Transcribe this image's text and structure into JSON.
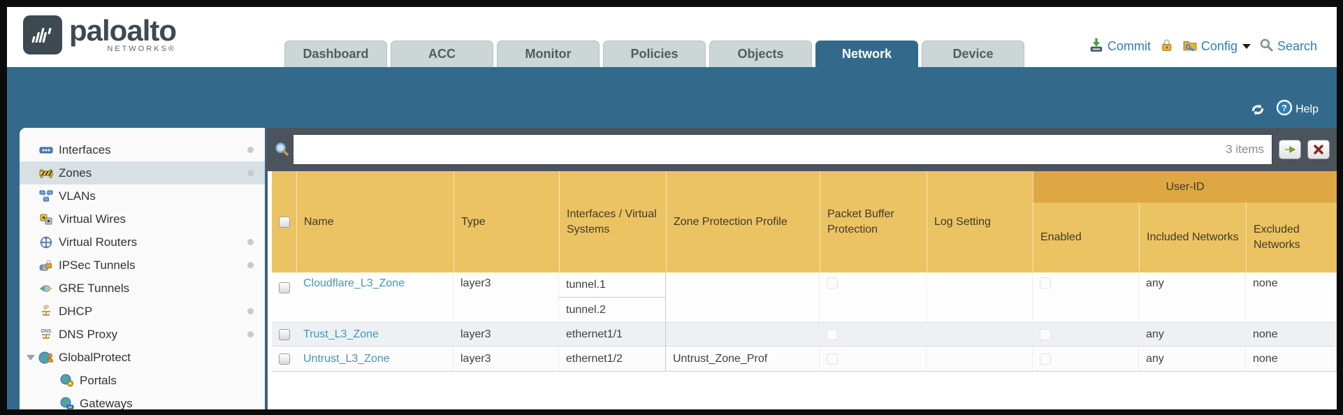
{
  "brand": {
    "name": "paloalto",
    "sub": "NETWORKS®"
  },
  "tabs": [
    {
      "label": "Dashboard",
      "active": false
    },
    {
      "label": "ACC",
      "active": false
    },
    {
      "label": "Monitor",
      "active": false
    },
    {
      "label": "Policies",
      "active": false
    },
    {
      "label": "Objects",
      "active": false
    },
    {
      "label": "Network",
      "active": true
    },
    {
      "label": "Device",
      "active": false
    }
  ],
  "utilities": {
    "commit": "Commit",
    "config": "Config",
    "search": "Search"
  },
  "topbar": {
    "help": "Help"
  },
  "sidebar": {
    "items": [
      {
        "label": "Interfaces",
        "icon": "interfaces-icon",
        "dot": true
      },
      {
        "label": "Zones",
        "icon": "zones-icon",
        "dot": true,
        "selected": true
      },
      {
        "label": "VLANs",
        "icon": "vlans-icon",
        "dot": false
      },
      {
        "label": "Virtual Wires",
        "icon": "virtual-wires-icon",
        "dot": false
      },
      {
        "label": "Virtual Routers",
        "icon": "virtual-routers-icon",
        "dot": true
      },
      {
        "label": "IPSec Tunnels",
        "icon": "ipsec-tunnels-icon",
        "dot": true
      },
      {
        "label": "GRE Tunnels",
        "icon": "gre-tunnels-icon",
        "dot": false
      },
      {
        "label": "DHCP",
        "icon": "dhcp-icon",
        "dot": true
      },
      {
        "label": "DNS Proxy",
        "icon": "dns-proxy-icon",
        "dot": true
      },
      {
        "label": "GlobalProtect",
        "icon": "globalprotect-icon",
        "dot": false,
        "expanded": true
      },
      {
        "label": "Portals",
        "icon": "portals-icon",
        "indent": true
      },
      {
        "label": "Gateways",
        "icon": "gateways-icon",
        "indent": true
      }
    ]
  },
  "toolbar": {
    "count": "3 items"
  },
  "table": {
    "group_header": "User-ID",
    "columns": [
      "Name",
      "Type",
      "Interfaces / Virtual Systems",
      "Zone Protection Profile",
      "Packet Buffer Protection",
      "Log Setting",
      "Enabled",
      "Included Networks",
      "Excluded Networks"
    ],
    "rows": [
      {
        "name": "Cloudflare_L3_Zone",
        "type": "layer3",
        "interfaces": [
          "tunnel.1",
          "tunnel.2"
        ],
        "zone_protection_profile": "",
        "log_setting": "",
        "included_networks": "any",
        "excluded_networks": "none"
      },
      {
        "name": "Trust_L3_Zone",
        "type": "layer3",
        "interfaces": [
          "ethernet1/1"
        ],
        "zone_protection_profile": "",
        "log_setting": "",
        "included_networks": "any",
        "excluded_networks": "none"
      },
      {
        "name": "Untrust_L3_Zone",
        "type": "layer3",
        "interfaces": [
          "ethernet1/2"
        ],
        "zone_protection_profile": "Untrust_Zone_Prof",
        "log_setting": "",
        "included_networks": "any",
        "excluded_networks": "none"
      }
    ]
  },
  "colors": {
    "teal_band": "#336a8c",
    "header_gold": "#ecc363",
    "header_gold_dark": "#dda843",
    "slate_bar": "#4b545c",
    "link_blue": "#4197ba",
    "utility_blue": "#2f80ad",
    "selected_sidebar": "#d6e0e5"
  }
}
